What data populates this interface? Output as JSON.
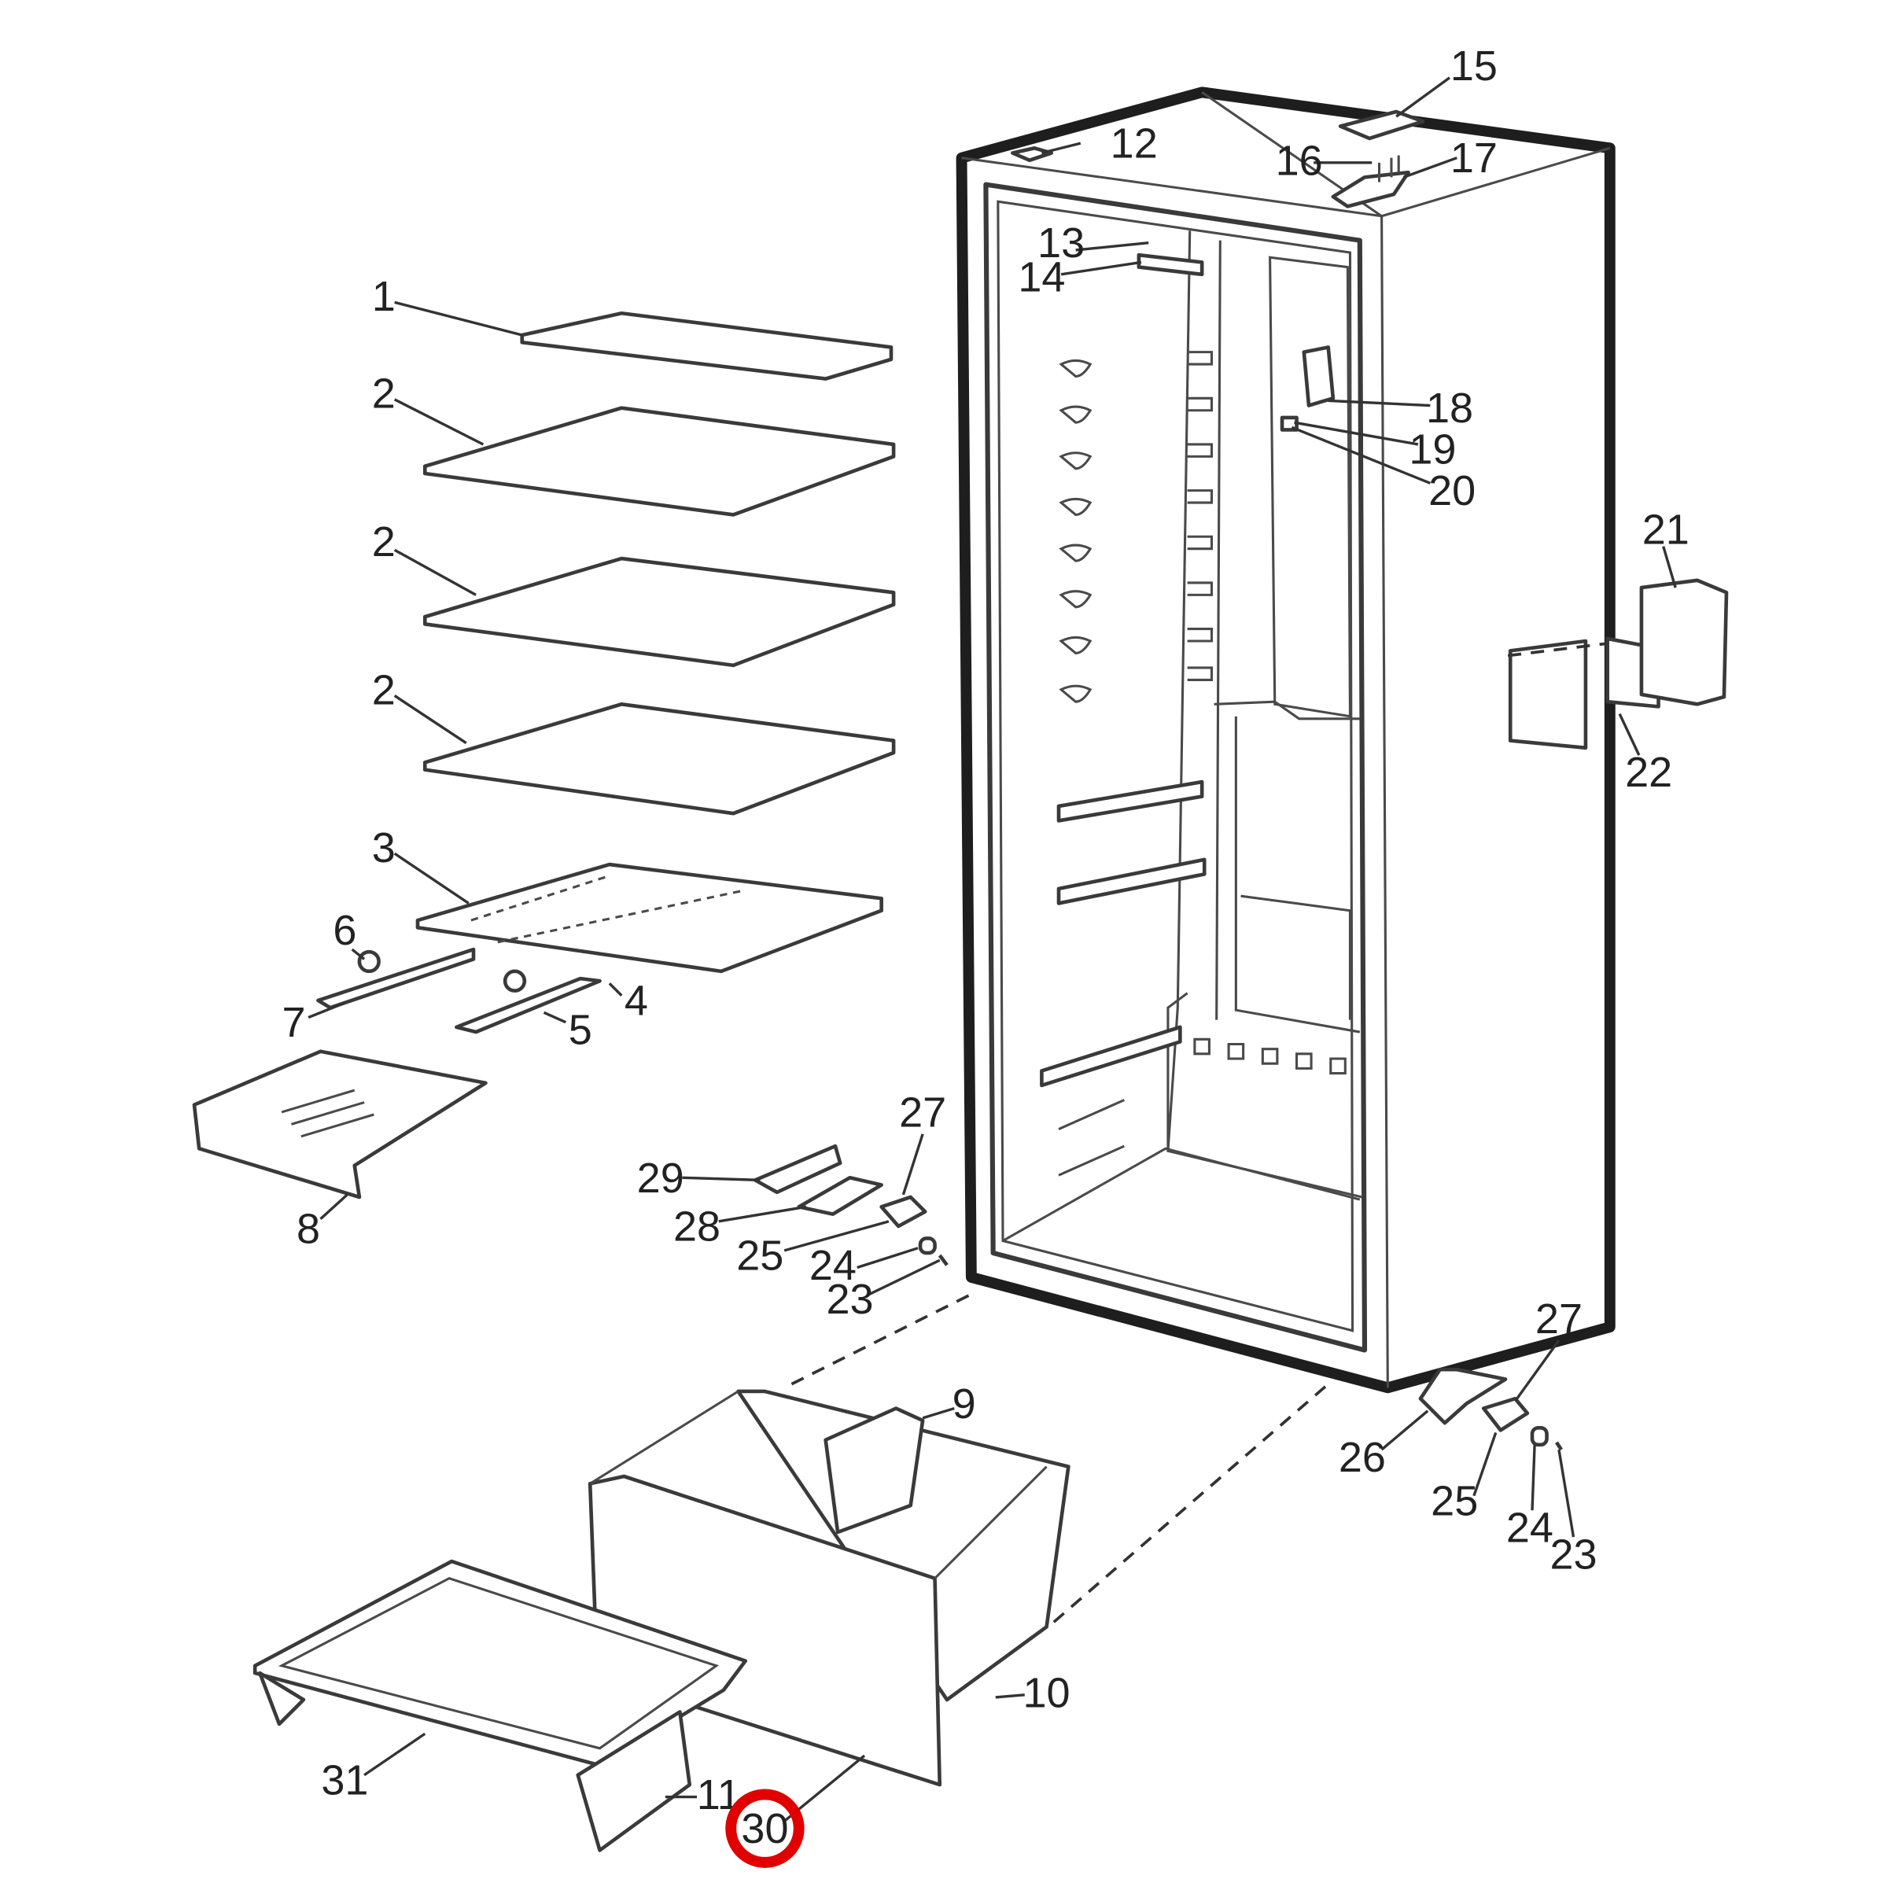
{
  "diagram": {
    "highlight_color": "#e00000",
    "highlighted_callout": "30",
    "callouts": {
      "c1": "1",
      "c2a": "2",
      "c2b": "2",
      "c2c": "2",
      "c3": "3",
      "c4": "4",
      "c5": "5",
      "c6": "6",
      "c7": "7",
      "c8": "8",
      "c9": "9",
      "c10": "10",
      "c11": "11",
      "c12": "12",
      "c13": "13",
      "c14": "14",
      "c15": "15",
      "c16": "16",
      "c17": "17",
      "c18": "18",
      "c19": "19",
      "c20": "20",
      "c21": "21",
      "c22": "22",
      "c23a": "23",
      "c23b": "23",
      "c24a": "24",
      "c24b": "24",
      "c25a": "25",
      "c25b": "25",
      "c26": "26",
      "c27a": "27",
      "c27b": "27",
      "c28": "28",
      "c29": "29",
      "c30": "30",
      "c31": "31"
    }
  }
}
